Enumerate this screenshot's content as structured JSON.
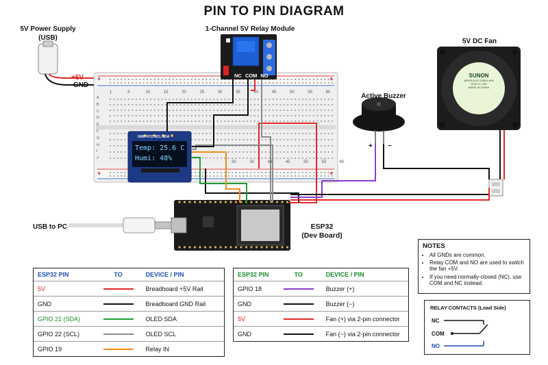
{
  "title": "PIN TO PIN DIAGRAM",
  "power_supply": {
    "label_line1": "5V Power Supply",
    "label_line2": "(USB)",
    "plus": "+5V",
    "gnd": "GND"
  },
  "relay_module": {
    "label": "1-Channel 5V Relay Module",
    "pins": [
      "NC",
      "COM",
      "NO"
    ]
  },
  "fan": {
    "label": "5V DC Fan",
    "brand": "SUNON",
    "line1": "MF40101V1-1000U-A99",
    "line2": "DC5V",
    "line3": "0.72W",
    "line4": "MADE IN CHINA"
  },
  "buzzer": {
    "label": "Active Buzzer",
    "plus": "+",
    "minus": "−"
  },
  "oled": {
    "pins": "GND VCC SCL SDA",
    "temp": "Temp: 25.6 C",
    "humi": "Humi: 48%"
  },
  "breadboard": {
    "top_numbers": [
      "1",
      "5",
      "10",
      "15",
      "20",
      "25",
      "30",
      "35",
      "40",
      "45",
      "50",
      "55",
      "60"
    ],
    "rows_left": [
      "A",
      "B",
      "C",
      "D",
      "E",
      "F",
      "G",
      "H",
      "I",
      "J"
    ],
    "bottom_numbers": [
      "30",
      "35",
      "40",
      "45",
      "50",
      "55",
      "60"
    ]
  },
  "esp32": {
    "label_line1": "ESP32",
    "label_line2": "(Dev Board)"
  },
  "usb_pc": "USB to PC",
  "table_left": {
    "headers": [
      "ESP32 PIN",
      "TO",
      "DEVICE / PIN"
    ],
    "rows": [
      {
        "pin": "5V",
        "color": "#e0282a",
        "device": "Breadboard +5V Rail",
        "pin_color": "#d42020"
      },
      {
        "pin": "GND",
        "color": "#111111",
        "device": "Breadboard GND Rail",
        "pin_color": "#111111"
      },
      {
        "pin": "GPIO 21 (SDA)",
        "color": "#1e9c35",
        "device": "OLED SDA",
        "pin_color": "#1e8a30"
      },
      {
        "pin": "GPIO 22 (SCL)",
        "color": "#8a8a8a",
        "device": "OLED SCL",
        "pin_color": "#111111"
      },
      {
        "pin": "GPIO 19",
        "color": "#f08c1a",
        "device": "Relay IN",
        "pin_color": "#111111"
      }
    ]
  },
  "table_right": {
    "headers": [
      "ESP32 PIN",
      "TO",
      "DEVICE / PIN"
    ],
    "rows": [
      {
        "pin": "GPIO 18",
        "color": "#8a3cc8",
        "device": "Buzzer (+)",
        "pin_color": "#111111"
      },
      {
        "pin": "GND",
        "color": "#111111",
        "device": "Buzzer (−)",
        "pin_color": "#111111"
      },
      {
        "pin": "5V",
        "color": "#e0282a",
        "device": "Fan (+) via 2-pin connector",
        "pin_color": "#d42020"
      },
      {
        "pin": "GND",
        "color": "#111111",
        "device": "Fan (−) via 2-pin connector",
        "pin_color": "#111111"
      }
    ]
  },
  "notes": {
    "title": "NOTES",
    "items": [
      "All GNDs are common.",
      "Relay COM and NO are used to switch the fan +5V.",
      "If you need normally-closed (NC), use COM and NC instead."
    ]
  },
  "relay_contacts": {
    "title": "RELAY CONTACTS (Load Side)",
    "nc": "NC",
    "com": "COM",
    "no": "NO"
  }
}
